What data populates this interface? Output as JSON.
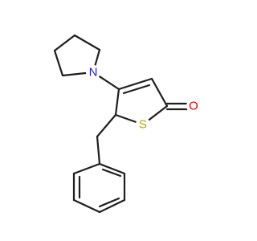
{
  "molecule": {
    "atoms": {
      "nitrogen": {
        "label": "N",
        "color": "#1f1fd6"
      },
      "sulfur": {
        "label": "S",
        "color": "#b8a000"
      },
      "oxygen": {
        "label": "O",
        "color": "#e00000"
      }
    },
    "bond_color": "#1e1e1e",
    "background": "#ffffff"
  }
}
